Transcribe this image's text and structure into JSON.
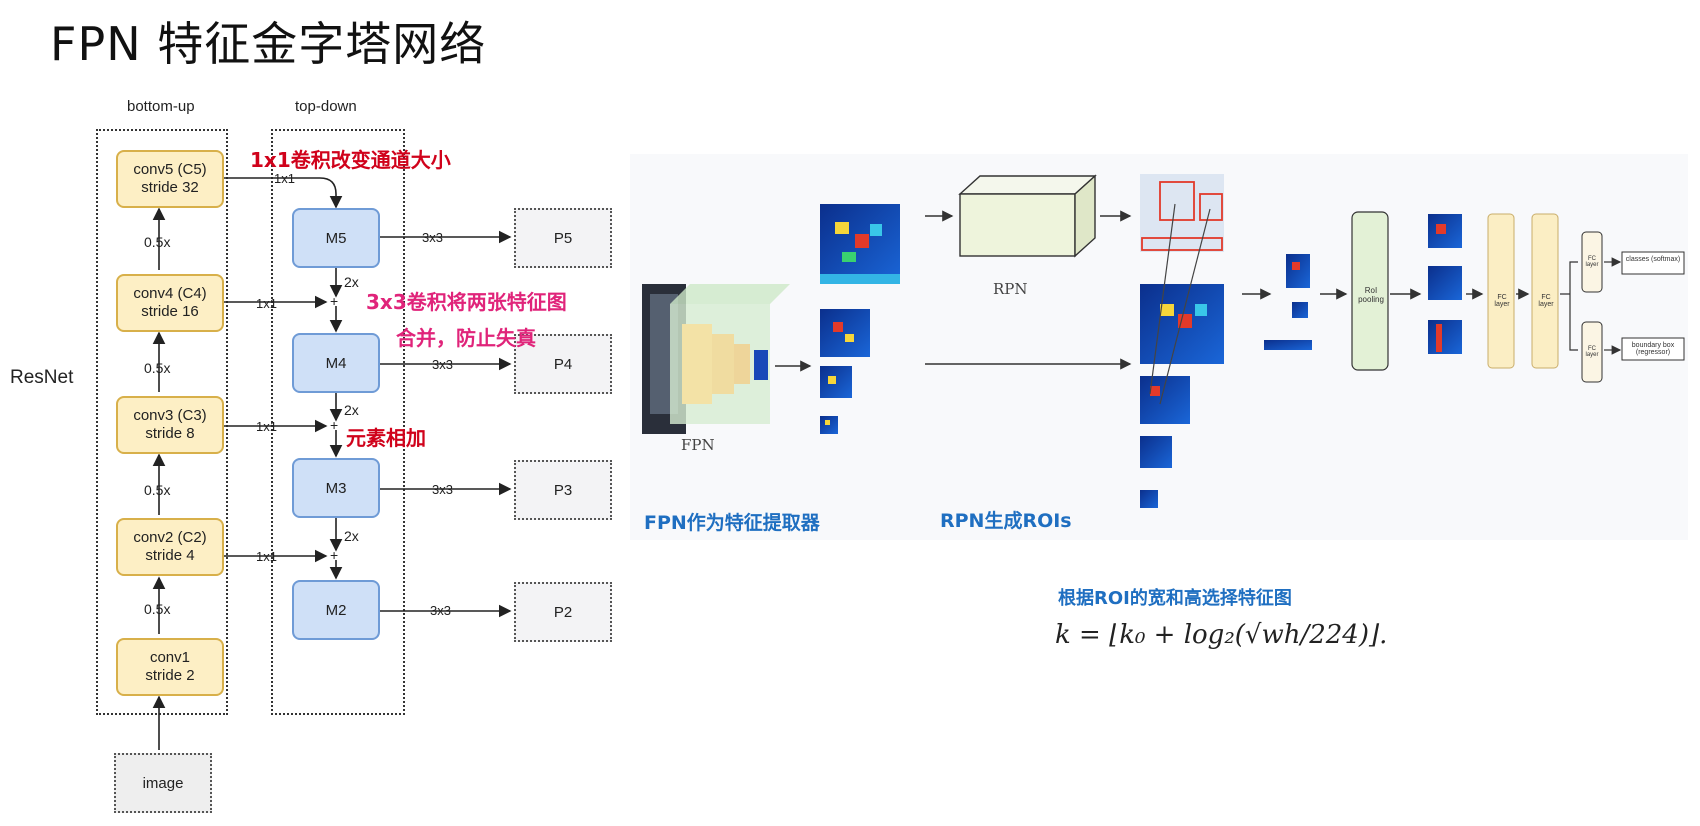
{
  "title": "FPN 特征金字塔网络",
  "left_diagram": {
    "side_label": "ResNet",
    "col_bottom_up": "bottom-up",
    "col_top_down": "top-down",
    "bottom_up": [
      {
        "line1": "conv5 (C5)",
        "line2": "stride 32"
      },
      {
        "line1": "conv4 (C4)",
        "line2": "stride 16"
      },
      {
        "line1": "conv3 (C3)",
        "line2": "stride 8"
      },
      {
        "line1": "conv2 (C2)",
        "line2": "stride 4"
      },
      {
        "line1": "conv1",
        "line2": "stride 2"
      }
    ],
    "downsample_label": "0.5x",
    "input_label": "image",
    "merge_nodes": [
      "M5",
      "M4",
      "M3",
      "M2"
    ],
    "outputs": [
      "P5",
      "P4",
      "P3",
      "P2"
    ],
    "lateral_label": "1x1",
    "output_conv_label": "3x3",
    "upsample_label": "2x",
    "plus_sign": "+"
  },
  "annotations": {
    "lateral_note": "1x1卷积改变通道大小",
    "merge_note_line1": "3x3卷积将两张特征图",
    "merge_note_line2": "合并，防止失真",
    "add_note": "元素相加"
  },
  "right_diagram": {
    "fpn_label": "FPN",
    "rpn_label": "RPN",
    "roi_pooling_label": "RoI pooling",
    "fc_label": "FC layer",
    "classes_label": "classes (softmax)",
    "bbox_label": "boundary box (regressor)",
    "caption_fpn": "FPN作为特征提取器",
    "caption_rpn": "RPN生成ROIs"
  },
  "formula_block": {
    "caption": "根据ROI的宽和高选择特征图",
    "formula": "k = ⌊k₀ + log₂(√wh/224)⌋."
  },
  "colors": {
    "bottom_up_fill": "#fdefc5",
    "top_down_fill": "#cfe0f7",
    "red_note": "#d0021b",
    "pink_note": "#e0247a",
    "caption_blue": "#1f6fc1"
  }
}
